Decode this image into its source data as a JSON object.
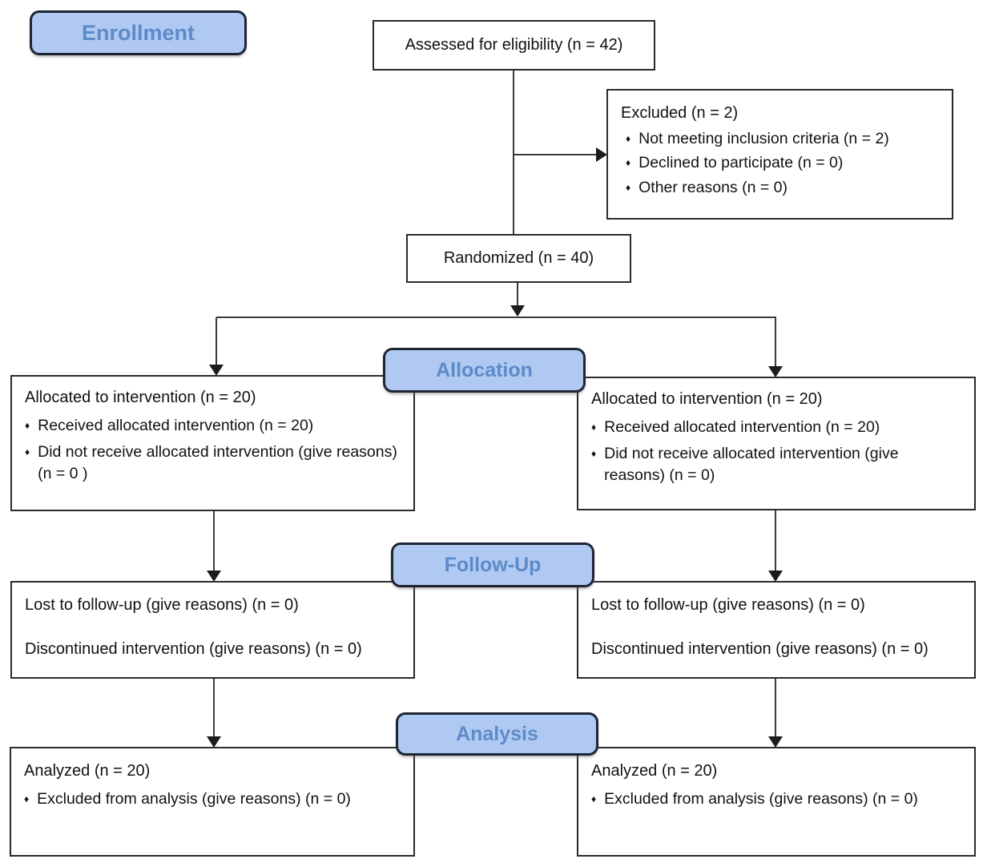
{
  "phases": {
    "enrollment": "Enrollment",
    "allocation": "Allocation",
    "followup": "Follow-Up",
    "analysis": "Analysis"
  },
  "boxes": {
    "assessed": {
      "text": "Assessed for eligibility (n = 42)"
    },
    "excluded": {
      "title": "Excluded (n = 2)",
      "bullets": [
        "Not meeting inclusion criteria (n = 2)",
        "Declined to participate (n = 0)",
        "Other reasons (n = 0)"
      ]
    },
    "randomized": {
      "text": "Randomized (n = 40)"
    },
    "alloc_left": {
      "title": "Allocated to intervention (n = 20)",
      "bullets": [
        "Received allocated intervention (n = 20)",
        "Did not receive allocated intervention (give reasons) (n = 0 )"
      ]
    },
    "alloc_right": {
      "title": "Allocated to intervention (n = 20)",
      "bullets": [
        "Received allocated intervention (n = 20)",
        "Did not receive allocated intervention (give reasons) (n = 0)"
      ]
    },
    "followup_left": {
      "lines": [
        "Lost to follow-up (give reasons) (n = 0)",
        "Discontinued intervention (give reasons) (n = 0)"
      ]
    },
    "followup_right": {
      "lines": [
        "Lost to follow-up (give reasons) (n = 0)",
        "Discontinued intervention (give reasons) (n = 0)"
      ]
    },
    "analysis_left": {
      "title": "Analyzed (n = 20)",
      "bullets": [
        "Excluded from analysis (give reasons) (n = 0)"
      ]
    },
    "analysis_right": {
      "title": "Analyzed (n = 20)",
      "bullets": [
        "Excluded from analysis (give reasons) (n = 0)"
      ]
    }
  },
  "bullet_glyph": "♦",
  "colors": {
    "pill_fill": "#b0c9f2",
    "pill_text": "#5d8bc9",
    "pill_border": "#1d2433",
    "box_border": "#2b2b2b",
    "line": "#3b3b3b"
  }
}
